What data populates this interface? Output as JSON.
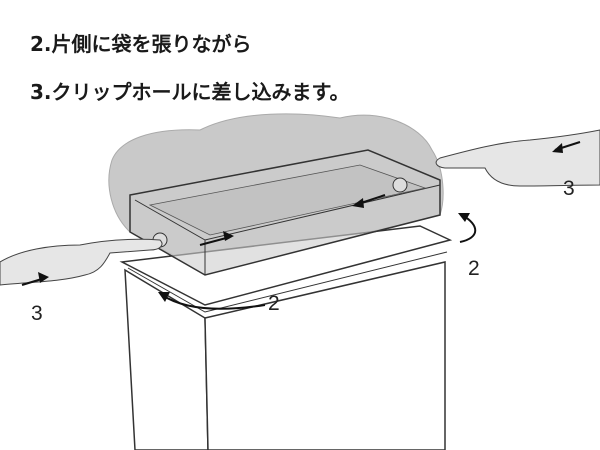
{
  "instructions": {
    "step2": "2.片側に袋を張りながら",
    "step3": "3.クリップホールに差し込みます。"
  },
  "labels": {
    "right_hand": "3",
    "right_rotation": "2",
    "front_rotation": "2",
    "left_hand": "3"
  }
}
